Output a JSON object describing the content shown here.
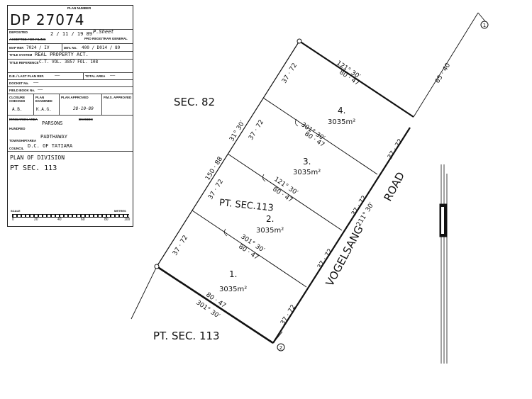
{
  "title_block": {
    "plan_number_label": "PLAN NUMBER",
    "plan_number": "DP  27074",
    "deposited_label": "DEPOSITED",
    "accepted_label": "ACCEPTED FOR FILING",
    "accepted_date": "2 / 11 / 19 89",
    "signature": "P.Sheet",
    "registrar_label": "PRO REGISTRAR GENERAL",
    "map_ref_label": "MAP REF.",
    "map_ref": "7024 / IV",
    "dev_no_label": "DEV. No.",
    "dev_no": "400 / D014 / 89",
    "title_system_label": "TITLE SYSTEM",
    "title_system": "REAL  PROPERTY  ACT.",
    "title_reference_label": "TITLE REFERENCE",
    "title_reference": "C.T.  VOL. 3857    FOL.  108",
    "db_label": "D.B. / LAST PLAN REF.",
    "db_value": "——",
    "total_area_label": "TOTAL AREA",
    "total_area_value": "——",
    "docket_label": "DOCKET No.",
    "docket_value": "——",
    "field_book_label": "FIELD BOOK No.",
    "field_book_value": "——",
    "closure_label": "CLOSURE CHECKED",
    "closure_value": "A.B.",
    "plan_examined_label": "PLAN EXAMINED",
    "plan_examined_value": "K.A.G.",
    "plan_approved_label": "PLAN APPROVED",
    "plan_approved_value": "28-10-89",
    "pms_label": "P.M.S. APPROVED",
    "irrigation_label": "IRRIGATION AREA",
    "division_label": "DIVISION",
    "hundred_label": "HUNDRED",
    "hundred_value": "PARSONS",
    "township_label": "TOWNSHIP/AREA",
    "township_value": "PADTHAWAY",
    "council_label": "COUNCIL",
    "council_value": "D.C.  OF  TATIARA",
    "plan_of_division": "PLAN  OF  DIVISION",
    "pt_sec": "PT  SEC. 113",
    "scale_label": "SCALE",
    "metres_label": "METRES",
    "scale_ticks": [
      "0",
      "20",
      "40",
      "60",
      "80",
      "100"
    ]
  },
  "plan": {
    "sec82": "SEC. 82",
    "pt_sec_113_centre": "PT. SEC.113",
    "pt_sec_113_bottom": "PT. SEC. 113",
    "road_name_1": "VOGELSANG",
    "road_name_2": "ROAD",
    "station_1": "1",
    "station_2": "2",
    "dist_65_40": "65 · 40",
    "dist_150_88": "150 · 88",
    "bearing_31_30": "31° 30′",
    "bearing_211_30": "211° 30′",
    "dim_37_72": "37 · 72",
    "dim_80_47": "80 · 47",
    "bearing_121_30": "121° 30′",
    "bearing_301_30": "301° 30′",
    "lots": [
      {
        "number": "1.",
        "area": "3035m²"
      },
      {
        "number": "2.",
        "area": "3035m²"
      },
      {
        "number": "3.",
        "area": "3035m²"
      },
      {
        "number": "4.",
        "area": "3035m²"
      }
    ]
  }
}
